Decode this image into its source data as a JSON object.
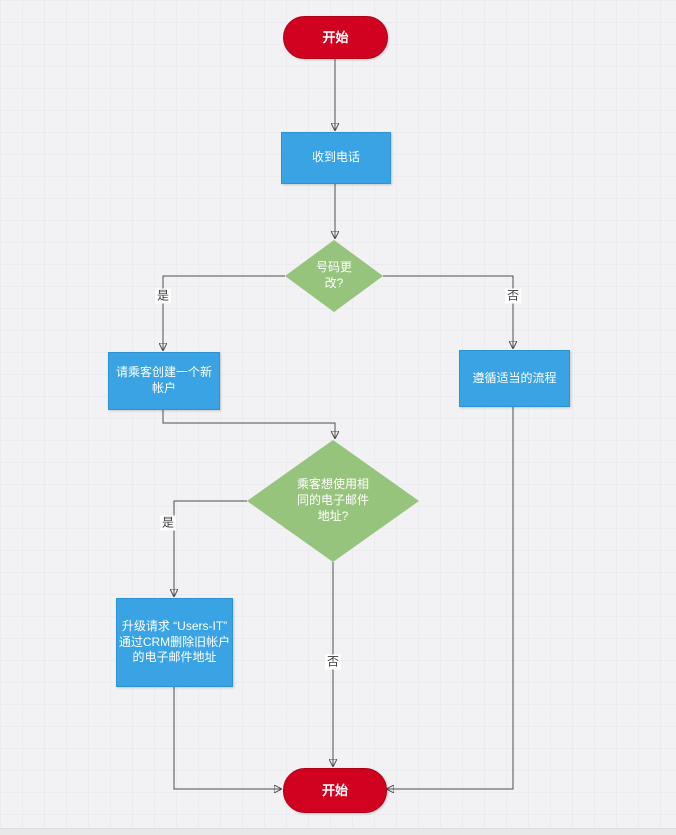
{
  "diagram": {
    "type": "flowchart",
    "colors": {
      "canvas_background": "#f2f2f4",
      "terminal_fill": "#d0021f",
      "process_fill": "#3aa3e3",
      "decision_fill": "#97c47d",
      "connector": "#4d4d4d",
      "shape_text": "#ffffff"
    },
    "nodes": {
      "start_top": {
        "shape": "terminal",
        "label": "开始"
      },
      "receive_call": {
        "shape": "process",
        "label": "收到电话"
      },
      "number_changed": {
        "shape": "decision",
        "label": "号码更改?"
      },
      "create_new_account": {
        "shape": "process",
        "label": "请乘客创建一个新帐户"
      },
      "follow_process": {
        "shape": "process",
        "label": "遵循适当的流程"
      },
      "same_email": {
        "shape": "decision",
        "label": "乘客想使用相同的电子邮件地址?"
      },
      "escalate_request": {
        "shape": "process",
        "label": "升级请求 “Users-IT” 通过CRM删除旧帐户的电子邮件地址"
      },
      "end_node": {
        "shape": "terminal",
        "label": "开始"
      }
    },
    "edge_labels": {
      "number_changed_yes": "是",
      "number_changed_no": "否",
      "same_email_yes": "是",
      "same_email_no": "否"
    }
  }
}
